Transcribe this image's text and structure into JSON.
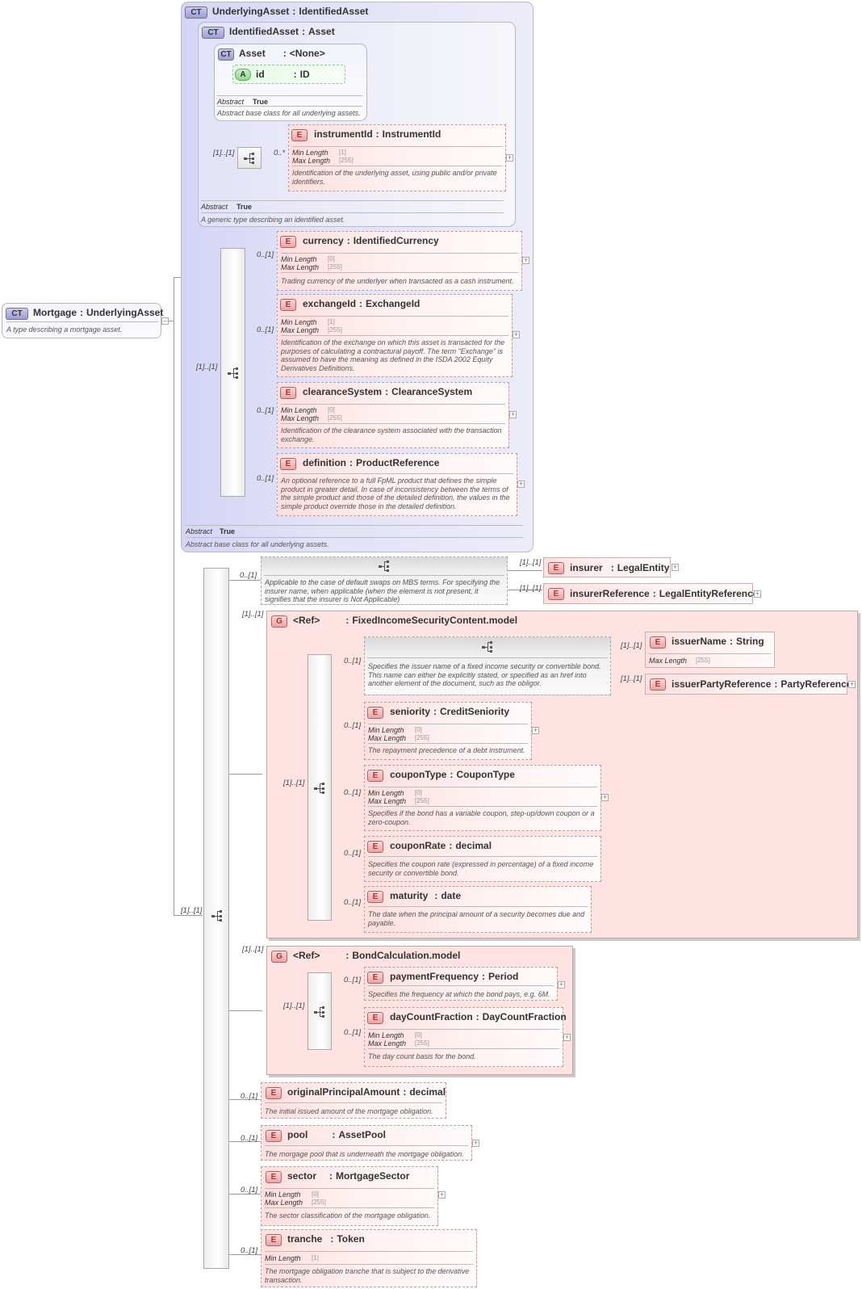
{
  "root": {
    "badge": "CT",
    "name": "Mortgage",
    "type": "UnderlyingAsset",
    "desc": "A type describing a mortgage asset."
  },
  "underlying_asset": {
    "badge": "CT",
    "name": "UnderlyingAsset",
    "type": "IdentifiedAsset",
    "abstract_label": "Abstract",
    "abstract_value": "True",
    "desc": "Abstract base class for all underlying assets.",
    "identified_asset": {
      "badge": "CT",
      "name": "IdentifiedAsset",
      "type": "Asset",
      "abstract_label": "Abstract",
      "abstract_value": "True",
      "desc": "A generic type describing an identified asset.",
      "asset": {
        "badge": "CT",
        "name": "Asset",
        "type": "<None>",
        "abstract_label": "Abstract",
        "abstract_value": "True",
        "desc": "Abstract base class for all underlying assets.",
        "attr_badge": "A",
        "attr_name": "id",
        "attr_type": "ID"
      },
      "seq_card": "[1]..[1]",
      "instrument": {
        "card": "0..*",
        "badge": "E",
        "name": "instrumentId",
        "type": "InstrumentId",
        "min_label": "Min Length",
        "min_val": "[1]",
        "max_label": "Max Length",
        "max_val": "[255]",
        "desc": "Identification of the underlying asset, using public and/or private identifiers."
      }
    },
    "seq_card": "[1]..[1]",
    "elements": [
      {
        "card": "0..[1]",
        "badge": "E",
        "name": "currency",
        "type": "IdentifiedCurrency",
        "min_label": "Min Length",
        "min_val": "[0]",
        "max_label": "Max Length",
        "max_val": "[255]",
        "desc": "Trading currency of the underlyer when transacted as a cash instrument."
      },
      {
        "card": "0..[1]",
        "badge": "E",
        "name": "exchangeId",
        "type": "ExchangeId",
        "min_label": "Min Length",
        "min_val": "[1]",
        "max_label": "Max Length",
        "max_val": "[255]",
        "desc": "Identification of the exchange on which this asset is transacted for the purposes of calculating a contractural payoff. The term \"Exchange\" is assumed to have the meaning as defined in the ISDA 2002 Equity Derivatives Definitions."
      },
      {
        "card": "0..[1]",
        "badge": "E",
        "name": "clearanceSystem",
        "type": "ClearanceSystem",
        "min_label": "Min Length",
        "min_val": "[0]",
        "max_label": "Max Length",
        "max_val": "[255]",
        "desc": "Identification of the clearance system associated with the transaction exchange."
      },
      {
        "card": "0..[1]",
        "badge": "E",
        "name": "definition",
        "type": "ProductReference",
        "desc": "An optional reference to a full FpML product that defines the simple product in greater detail. In case of inconsistency between the terms of the simple product and those of the detailed definition, the values in the simple product override those in the detailed definition."
      }
    ]
  },
  "main_seq_card": "[1]..[1]",
  "insurer_choice": {
    "card": "0..[1]",
    "desc": "Applicable to the case of default swaps on MBS terms. For specifying the insurer name, when applicable (when the element is not present, it signifies that the insurer is Not Applicable)",
    "items": [
      {
        "card": "[1]..[1]",
        "badge": "E",
        "name": "insurer",
        "type": "LegalEntity"
      },
      {
        "card": "[1]..[1]",
        "badge": "E",
        "name": "insurerReference",
        "type": "LegalEntityReference"
      }
    ]
  },
  "fixed_income": {
    "card": "[1]..[1]",
    "badge": "G",
    "ref": "<Ref>",
    "name": "FixedIncomeSecurityContent.model",
    "seq_card": "[1]..[1]",
    "issuer_choice": {
      "card": "0..[1]",
      "desc": "Specifies the issuer name of a fixed income security or convertible bond. This name can either be explicitly stated, or specified as an href into another element of the document, such as the obligor.",
      "items": [
        {
          "card": "[1]..[1]",
          "badge": "E",
          "name": "issuerName",
          "type": "String",
          "max_label": "Max Length",
          "max_val": "[255]"
        },
        {
          "card": "[1]..[1]",
          "badge": "E",
          "name": "issuerPartyReference",
          "type": "PartyReference"
        }
      ]
    },
    "elements": [
      {
        "card": "0..[1]",
        "badge": "E",
        "name": "seniority",
        "type": "CreditSeniority",
        "min_label": "Min Length",
        "min_val": "[0]",
        "max_label": "Max Length",
        "max_val": "[255]",
        "desc": "The repayment precedence of a debt instrument."
      },
      {
        "card": "0..[1]",
        "badge": "E",
        "name": "couponType",
        "type": "CouponType",
        "min_label": "Min Length",
        "min_val": "[0]",
        "max_label": "Max Length",
        "max_val": "[255]",
        "desc": "Specifies if the bond has a variable coupon, step-up/down coupon or a zero-coupon."
      },
      {
        "card": "0..[1]",
        "badge": "E",
        "name": "couponRate",
        "type": "decimal",
        "desc": "Specifies the coupon rate (expressed in percentage) of a fixed income security or convertible bond."
      },
      {
        "card": "0..[1]",
        "badge": "E",
        "name": "maturity",
        "type": "date",
        "desc": "The date when the principal amount of a security becomes due and payable."
      }
    ]
  },
  "bond_calc": {
    "card": "[1]..[1]",
    "badge": "G",
    "ref": "<Ref>",
    "name": "BondCalculation.model",
    "seq_card": "[1]..[1]",
    "elements": [
      {
        "card": "0..[1]",
        "badge": "E",
        "name": "paymentFrequency",
        "type": "Period",
        "desc": "Specifies the frequency at which the bond pays, e.g. 6M."
      },
      {
        "card": "0..[1]",
        "badge": "E",
        "name": "dayCountFraction",
        "type": "DayCountFraction",
        "min_label": "Min Length",
        "min_val": "[0]",
        "max_label": "Max Length",
        "max_val": "[255]",
        "desc": "The day count basis for the bond."
      }
    ]
  },
  "mortgage_elements": [
    {
      "card": "0..[1]",
      "badge": "E",
      "name": "originalPrincipalAmount",
      "type": "decimal",
      "desc": "The initial issued amount of the mortgage obligation."
    },
    {
      "card": "0..[1]",
      "badge": "E",
      "name": "pool",
      "type": "AssetPool",
      "desc": "The morgage pool that is underneath the mortgage obligation."
    },
    {
      "card": "0..[1]",
      "badge": "E",
      "name": "sector",
      "type": "MortgageSector",
      "min_label": "Min Length",
      "min_val": "[0]",
      "max_label": "Max Length",
      "max_val": "[255]",
      "desc": "The sector classification of the mortgage obligation."
    },
    {
      "card": "0..[1]",
      "badge": "E",
      "name": "tranche",
      "type": "Token",
      "min_label": "Min Length",
      "min_val": "[1]",
      "desc": "The mortgage obligation tranche that is subject to the derivative transaction."
    }
  ],
  "icons": {
    "sequence": "sequence-icon",
    "choice": "choice-icon",
    "expand": "expand-plus-icon",
    "collapse": "collapse-minus-icon"
  },
  "colors": {
    "complex_type": "#d4d4f6",
    "element": "#ffdede",
    "group": "#ffe3e3",
    "attribute": "#e6fbe6"
  }
}
